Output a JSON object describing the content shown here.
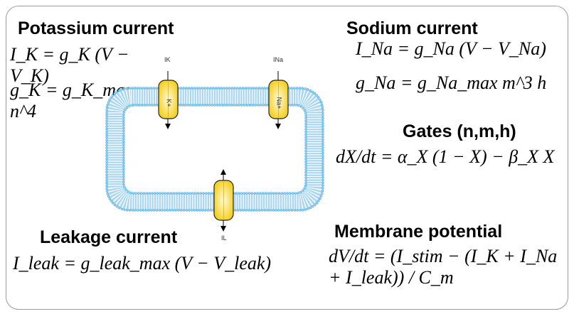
{
  "headings": {
    "potassium": "Potassium current",
    "sodium": "Sodium current",
    "gates": "Gates (n,m,h)",
    "leakage": "Leakage current",
    "membrane": "Membrane potential"
  },
  "equations": {
    "ik": "I_K = g_K (V − V_K)",
    "gk": "g_K = g_K_max n^4",
    "ina": "I_Na = g_Na (V − V_Na)",
    "gna": "g_Na = g_Na_max m^3 h",
    "gate": "dX/dt = α_X (1 − X) − β_X X",
    "leak": "I_leak = g_leak_max (V − V_leak)",
    "membrane": "dV/dt = (I_stim − (I_K + I_Na + I_leak)) / C_m"
  },
  "diagram": {
    "channel_k_label": "K+",
    "channel_na_label": "Na+",
    "current_k": "IK",
    "current_na": "INa",
    "current_leak": "IL",
    "membrane_color": "#3ea6e6",
    "channel_color": "#f5d21a"
  }
}
